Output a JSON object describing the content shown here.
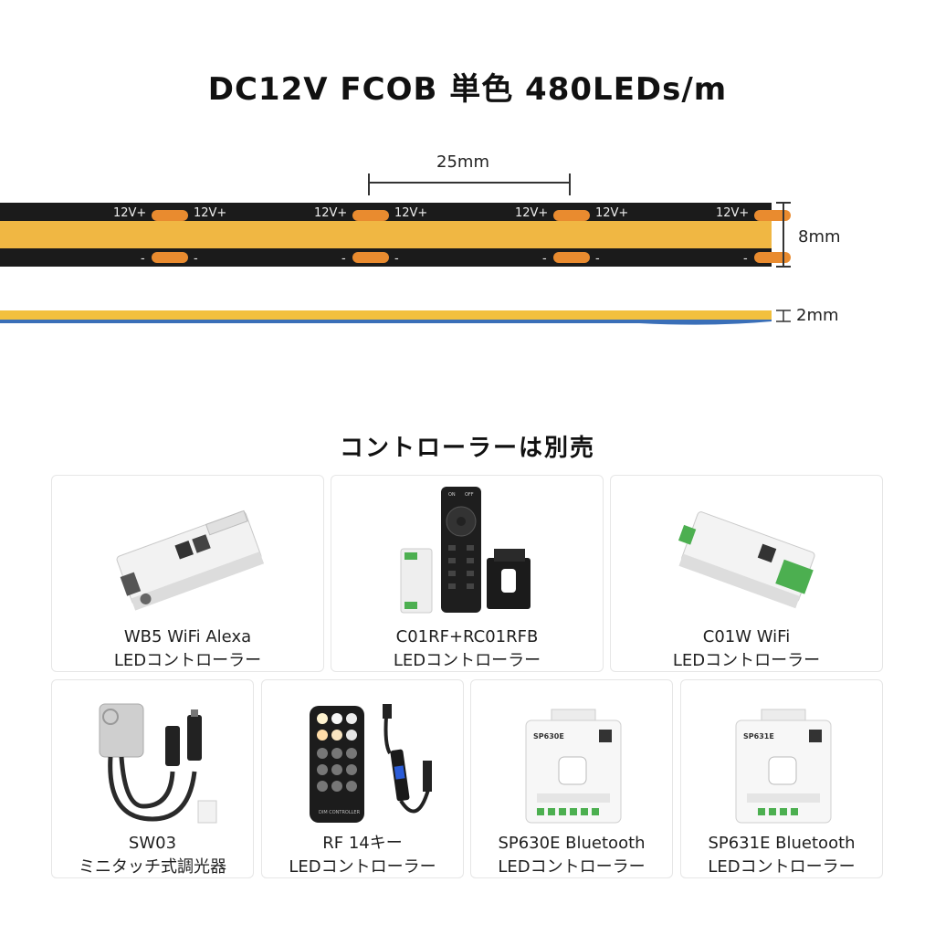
{
  "title": "DC12V FCOB 単色 480LEDs/m",
  "strip": {
    "pitch_label": "25mm",
    "width_label": "8mm",
    "thickness_label": "2mm",
    "pad_label": "12V+",
    "minus_label": "-",
    "strip_color": "#f0b743",
    "pcb_color": "#1b1b1b",
    "pad_color": "#e98b2f"
  },
  "section_title": "コントローラーは別売",
  "controllers": [
    {
      "name": "WB5 WiFi Alexa",
      "desc": "LEDコントローラー"
    },
    {
      "name": "C01RF+RC01RFB",
      "desc": "LEDコントローラー"
    },
    {
      "name": "C01W WiFi",
      "desc": "LEDコントローラー"
    },
    {
      "name": "SW03",
      "desc": "ミニタッチ式調光器"
    },
    {
      "name": "RF 14キー",
      "desc": "LEDコントローラー"
    },
    {
      "name": "SP630E Bluetooth",
      "desc": "LEDコントローラー"
    },
    {
      "name": "SP631E Bluetooth",
      "desc": "LEDコントローラー"
    }
  ],
  "device_text": {
    "sp630e": "SP630E",
    "sp631e": "SP631E",
    "remote_on": "ON",
    "remote_off": "OFF",
    "dim": "DIM CONTROLLER"
  }
}
